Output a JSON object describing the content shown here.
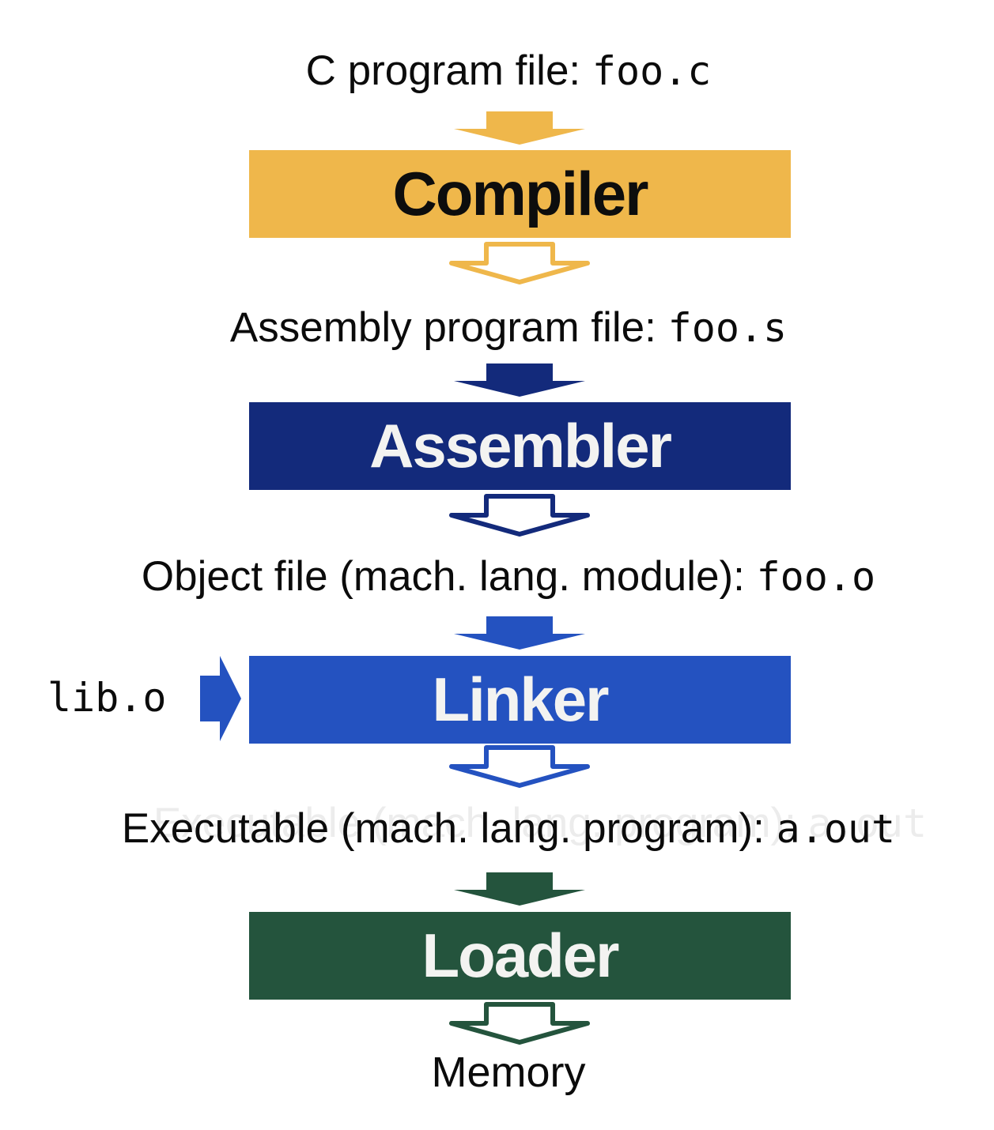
{
  "labels": {
    "c_program": {
      "text": "C program file: ",
      "file": "foo.c"
    },
    "assembly": {
      "text": "Assembly program file: ",
      "file": "foo.s"
    },
    "object": {
      "text": "Object file (mach. lang. module): ",
      "file": "foo.o"
    },
    "executable": {
      "text": "Executable (mach. lang. program): ",
      "file": "a.out"
    },
    "library_input": "lib.o",
    "memory": "Memory"
  },
  "boxes": {
    "compiler": "Compiler",
    "assembler": "Assembler",
    "linker": "Linker",
    "loader": "Loader"
  },
  "colors": {
    "compiler_yellow": "#EFB74B",
    "assembler_navy": "#132A7B",
    "linker_blue": "#2452C0",
    "loader_green": "#24543D",
    "box_text_light": "#F3F3F1",
    "box_text_dark": "#0D0D0D",
    "label_text": "#0B0B0B",
    "ghost_text": "#ECECEC",
    "background": "#FFFFFF"
  }
}
